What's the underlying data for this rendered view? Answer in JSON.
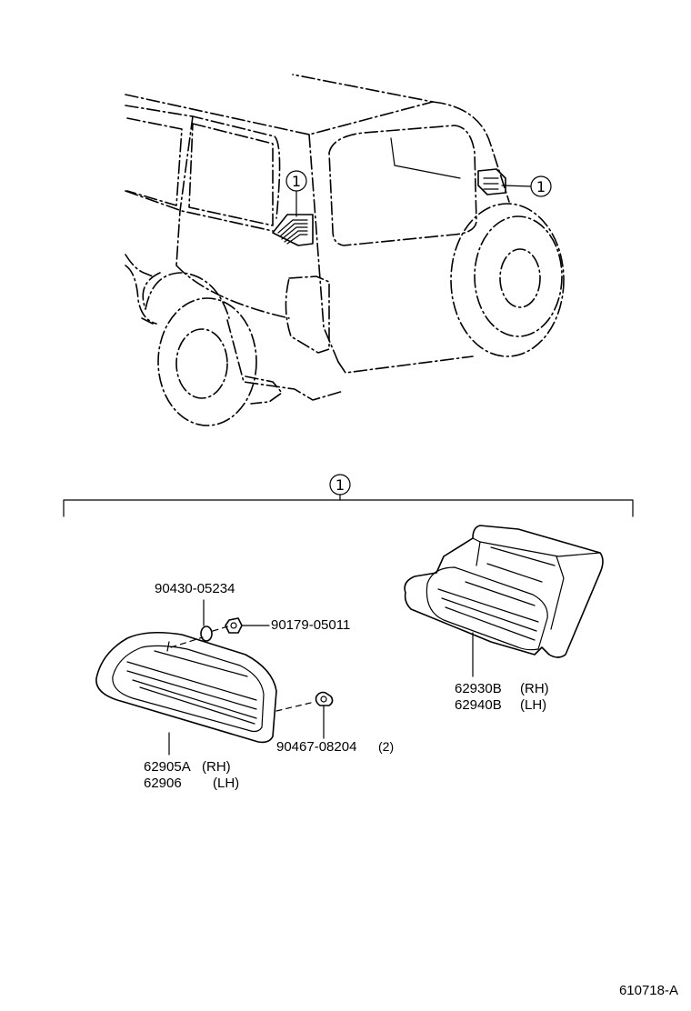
{
  "callout": {
    "symbol": "1"
  },
  "parts": {
    "clip_90430": "90430-05234",
    "nut_90179": "90179-05011",
    "clip_90467": "90467-08204",
    "clip_90467_qty": "(2)",
    "garnish_rh_no": "62905A",
    "garnish_rh_side": "(RH)",
    "garnish_lh_no": "62906",
    "garnish_lh_side": "(LH)",
    "duct_rh_no": "62930B",
    "duct_rh_side": "(RH)",
    "duct_lh_no": "62940B",
    "duct_lh_side": "(LH)"
  },
  "figure_code": "610718-A"
}
